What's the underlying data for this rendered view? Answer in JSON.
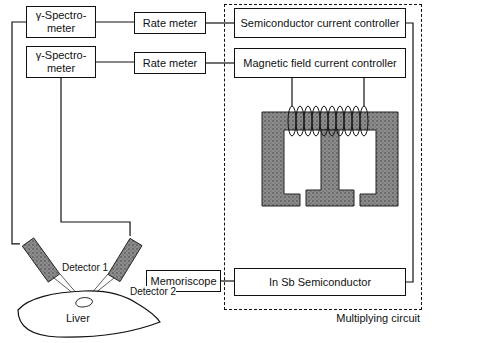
{
  "diagram": {
    "nodes": [
      {
        "text": [
          "γ-Spectro- meter"
        ]
      },
      {
        "text": [
          "Rate meter"
        ]
      },
      {
        "text": [
          "Multiplying circuit"
        ]
      },
      {
        "text": [
          "Semiconductor current controller"
        ],
        "in": 2
      },
      {
        "text": [
          "γ-Spectro- meter"
        ]
      },
      {
        "text": [
          "Rate meter"
        ]
      },
      {
        "text": [
          "Magnetic field current controller"
        ],
        "in": 2
      },
      {
        "text": [
          "Memoriscope"
        ]
      },
      {
        "text": [
          "In Sb Semiconductor"
        ],
        "in": 2
      },
      {
        "text": [
          "Detector 1"
        ]
      },
      {
        "text": [
          "Detector 2"
        ]
      },
      {
        "text": [
          "Liver"
        ]
      }
    ],
    "edges": [
      {
        "from": 0,
        "to": 1,
        "arrow": "none"
      },
      {
        "from": 1,
        "to": 3,
        "arrow": "none"
      },
      {
        "from": 4,
        "to": 5,
        "arrow": "none"
      },
      {
        "from": 5,
        "to": 6,
        "arrow": "none"
      },
      {
        "from": 7,
        "to": 8,
        "arrow": "none"
      },
      {
        "from": 3,
        "to": 8,
        "arrow": "none"
      },
      {
        "from": 0,
        "to": 9,
        "arrow": "none"
      },
      {
        "from": 4,
        "to": 10,
        "arrow": "none"
      }
    ]
  }
}
